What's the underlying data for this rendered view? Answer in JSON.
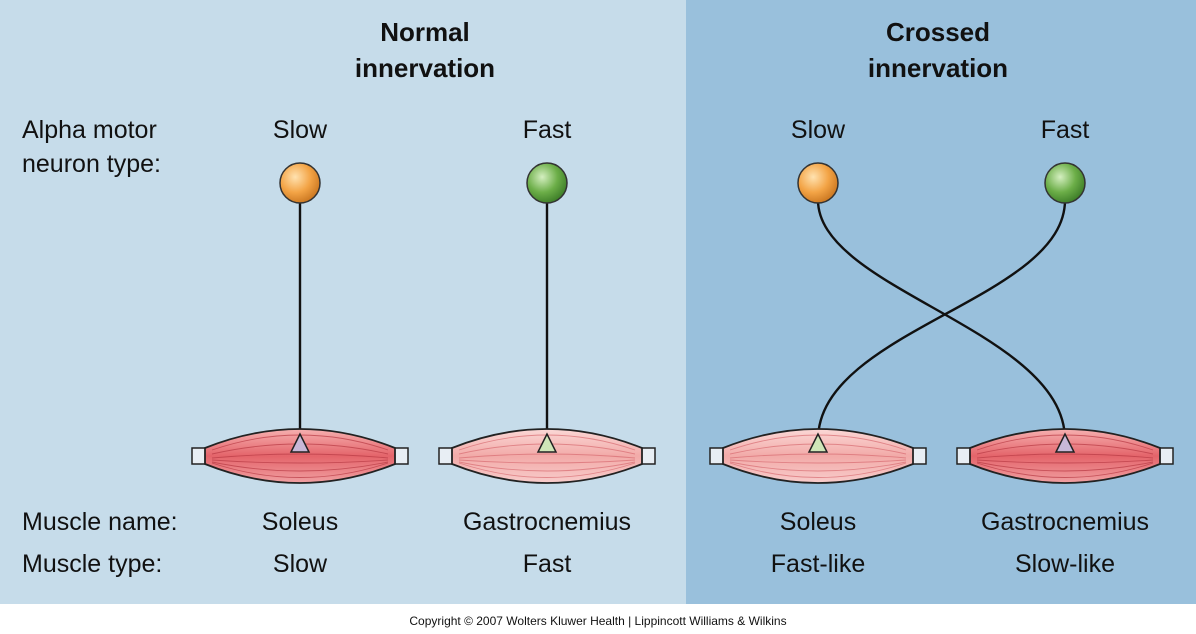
{
  "panels": {
    "normal": {
      "title_line1": "Normal",
      "title_line2": "innervation",
      "neuron_types": [
        "Slow",
        "Fast"
      ],
      "muscle_names": [
        "Soleus",
        "Gastrocnemius"
      ],
      "muscle_types": [
        "Slow",
        "Fast"
      ]
    },
    "crossed": {
      "title_line1": "Crossed",
      "title_line2": "innervation",
      "neuron_types": [
        "Slow",
        "Fast"
      ],
      "muscle_names": [
        "Soleus",
        "Gastrocnemius"
      ],
      "muscle_types": [
        "Fast-like",
        "Slow-like"
      ]
    }
  },
  "row_labels": {
    "neuron_type_line1": "Alpha motor",
    "neuron_type_line2": "neuron type:",
    "muscle_name": "Muscle name:",
    "muscle_type": "Muscle type:"
  },
  "colors": {
    "slow_neuron": "#f0a040",
    "fast_neuron": "#6aaa44",
    "slow_muscle": "#e86e70",
    "fast_muscle": "#f3b0ae",
    "normal_bg": "#c6dcea",
    "crossed_bg": "#99c0dc"
  },
  "copyright": "Copyright © 2007 Wolters Kluwer Health | Lippincott Williams & Wilkins"
}
